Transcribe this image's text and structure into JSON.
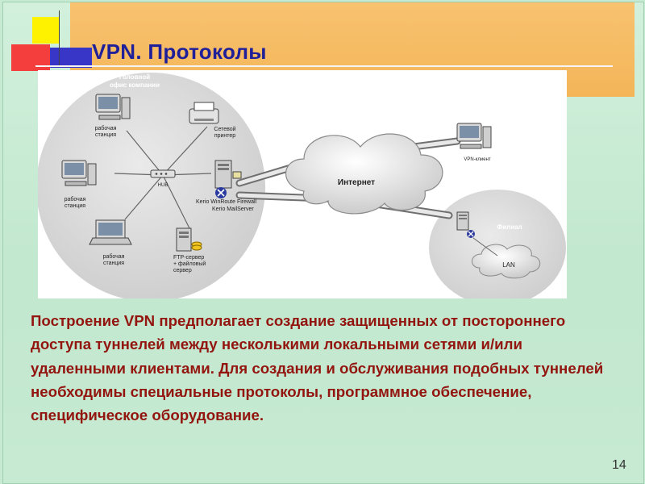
{
  "slide": {
    "title": "VPN. Протоколы",
    "body": "Построение VPN предполагает создание защищенных от постороннего доступа туннелей между несколькими локальными сетями и/или удаленными клиентами. Для создания и обслуживания подобных туннелей необходимы специальные протоколы, программное обеспечение, специфическое оборудование.",
    "page_number": "14"
  },
  "diagram": {
    "head_office_line1": "Головной",
    "head_office_line2": "офис компании",
    "workstation_line1": "рабочая",
    "workstation_line2": "станция",
    "printer_line1": "Сетевой",
    "printer_line2": "принтер",
    "hub": "HUB",
    "firewall_line1": "Kerio WinRoute Firewall",
    "firewall_line2": "Kerio MailServer",
    "ftp_line1": "FTP-сервер",
    "ftp_line2": "+ файловый",
    "ftp_line3": "сервер",
    "internet": "Интернет",
    "vpn_client": "VPN-клиент",
    "branch": "Филиал",
    "lan": "LAN"
  }
}
